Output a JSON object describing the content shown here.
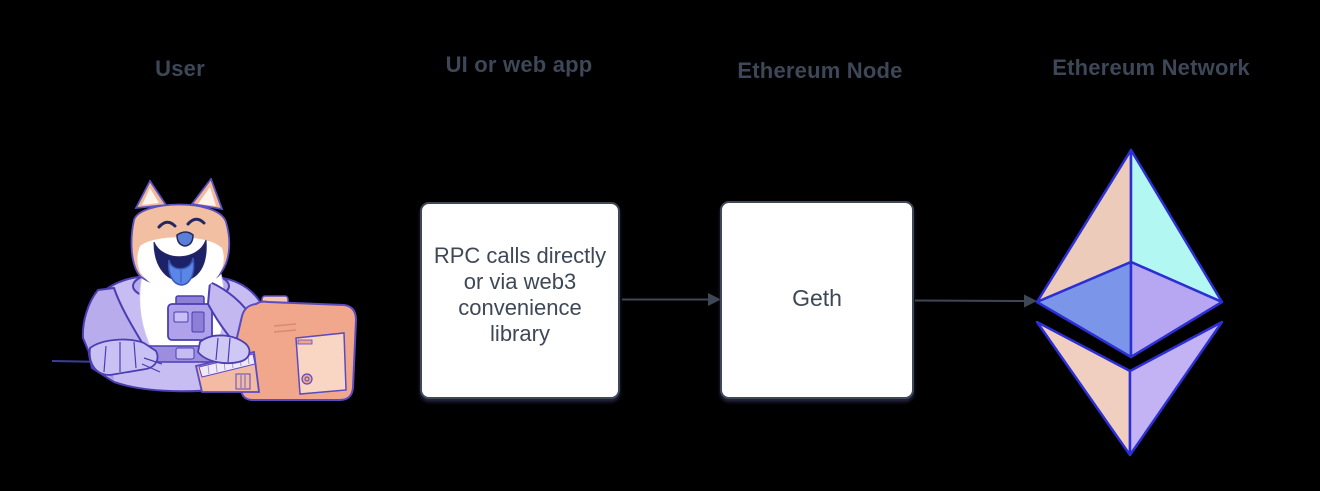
{
  "diagram": {
    "columns": [
      {
        "id": "user",
        "label": "User",
        "icon": "doge-astronaut-at-computer"
      },
      {
        "id": "ui",
        "label": "UI or web app",
        "box_text": "RPC calls directly\nor via web3\nconvenience\nlibrary"
      },
      {
        "id": "node",
        "label": "Ethereum Node",
        "box_text": "Geth"
      },
      {
        "id": "network",
        "label": "Ethereum Network",
        "icon": "ethereum-logo"
      }
    ],
    "connectors": [
      {
        "from": "ui-box",
        "to": "node-box",
        "style": "solid-arrow"
      },
      {
        "from": "node-box",
        "to": "ethereum-logo",
        "style": "solid-arrow"
      }
    ]
  },
  "colors": {
    "background": "#000000",
    "label_text": "#3D4757",
    "box_fill": "#FFFFFF",
    "box_border": "#3E4857",
    "arrow": "#3E4756",
    "eth_outline": "#2B2FD4",
    "eth_upper_left_peach": "#EDCBBA",
    "eth_upper_right_cyan": "#B2F7F1",
    "eth_lower_left_blue": "#7B96E9",
    "eth_lower_right_violet": "#B7A6F1",
    "eth_base_left_peach": "#F1CFC0",
    "eth_base_right_violet": "#C4B3F4",
    "doge_fur": "#F2BFA2",
    "doge_suit": "#C7BDF3",
    "doge_tongue": "#5A86E8",
    "computer_salmon": "#F0A78C"
  }
}
